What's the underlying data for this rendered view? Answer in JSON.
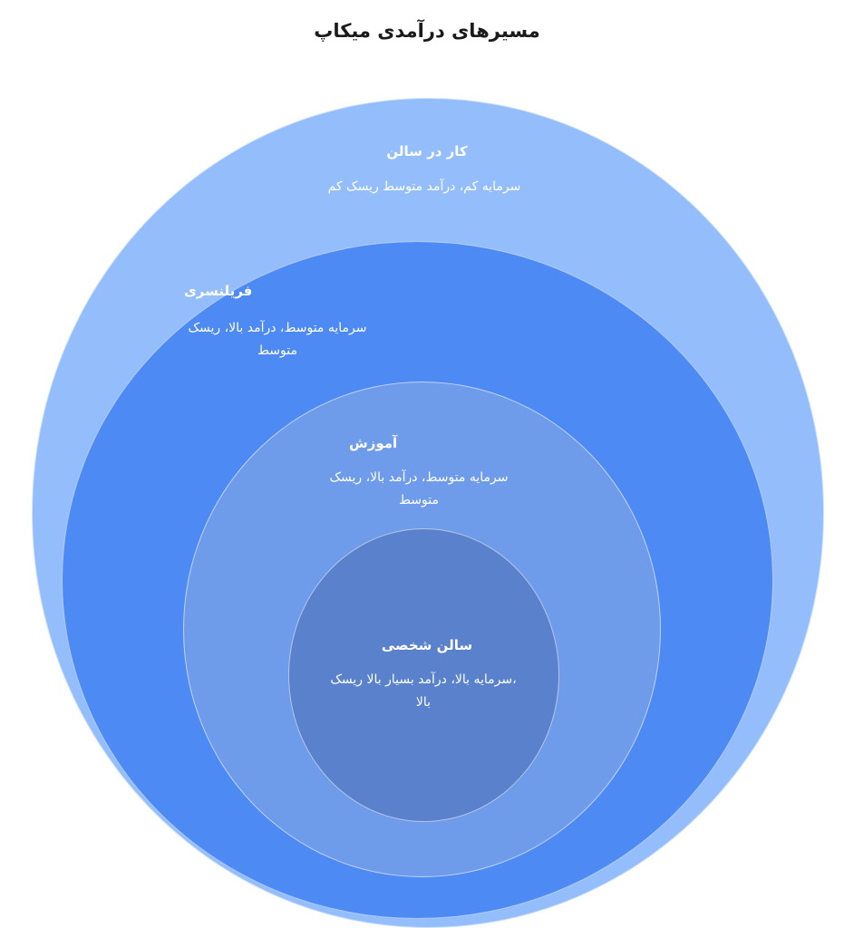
{
  "title": "مسیرهای درآمدی میکاپ",
  "levels": [
    {
      "id": "salon-work",
      "label": "کار در سالن",
      "description": "سرمایه کم، درآمد متوسط ریسک کم",
      "color": "#94BEFB"
    },
    {
      "id": "freelancing",
      "label": "فریلنسری",
      "description": "سرمایه متوسط، درآمد بالا، ریسک متوسط",
      "color": "#4E8AF4"
    },
    {
      "id": "teaching",
      "label": "آموزش",
      "description": "سرمایه متوسط، درآمد بالا، ریسک متوسط",
      "color": "#6F9CEA"
    },
    {
      "id": "personal-salon",
      "label": "سالن شخصی",
      "description": "،سرمایه بالا، درآمد بسیار بالا ریسک بالا",
      "color": "#5A81CB"
    }
  ]
}
